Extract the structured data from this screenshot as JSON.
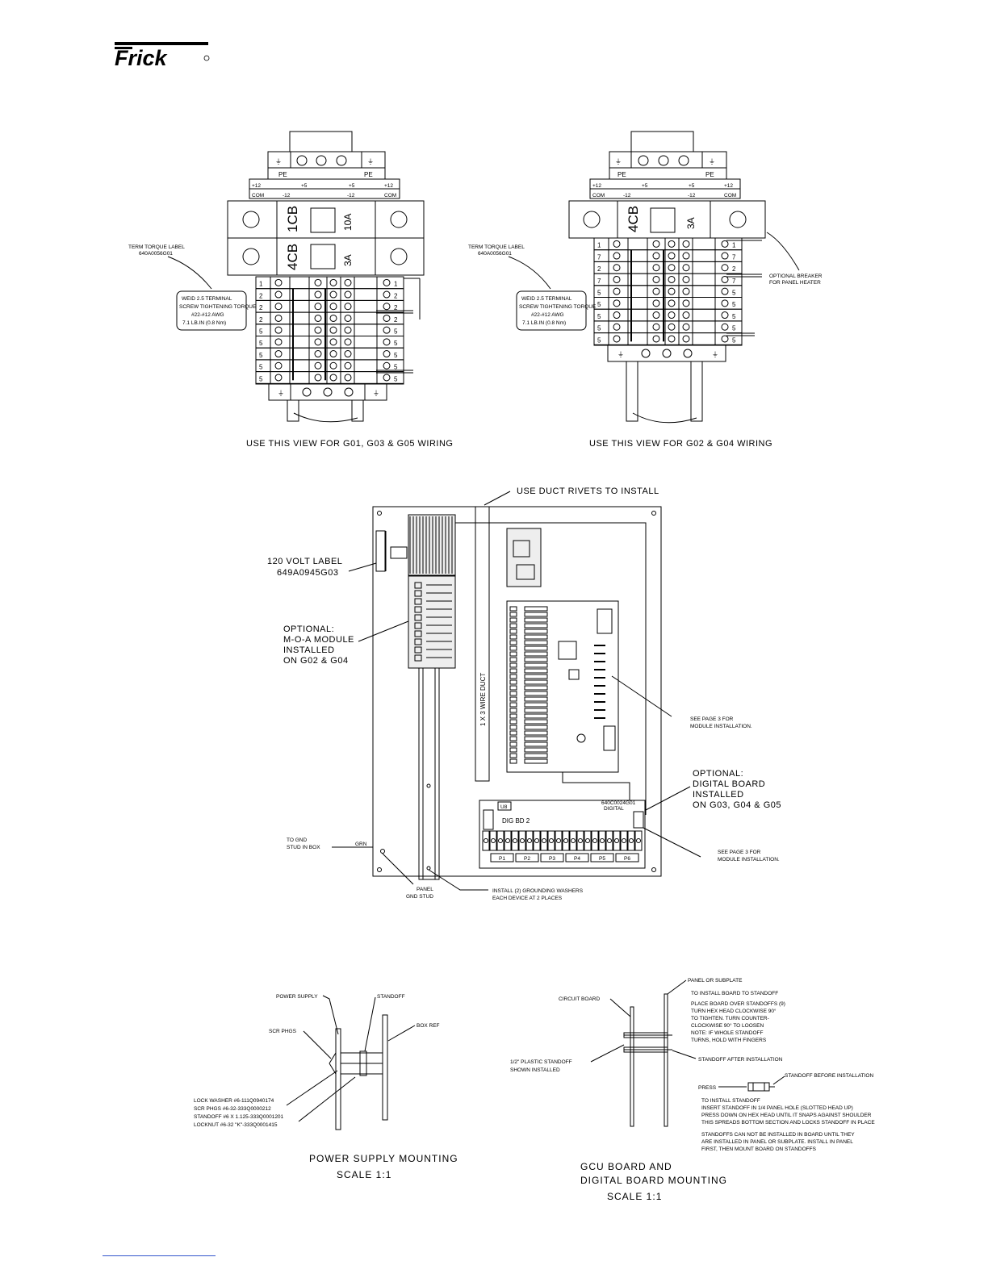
{
  "header": {
    "logo_text": "Frick"
  },
  "top_views": {
    "left": {
      "callout_label": [
        "TERM TORQUE LABEL",
        "640A0056G01"
      ],
      "torque_box": [
        "WEID 2.5 TERMINAL",
        "SCREW TIGHTENING TORQUE",
        "#22-#12 AWG",
        "7.1 LB.IN (0.8 Nm)"
      ],
      "breakers": [
        "1CB",
        "4CB"
      ],
      "breaker_ratings": [
        "10A",
        "3A"
      ],
      "terminal_row_numbers": [
        "1",
        "2",
        "2",
        "2",
        "5",
        "5",
        "5",
        "5",
        "5"
      ],
      "caption": "USE THIS VIEW FOR G01, G03 & G05 WIRING"
    },
    "right": {
      "callout_label": [
        "TERM TORQUE LABEL",
        "640A0056G01"
      ],
      "torque_box": [
        "WEID 2.5 TERMINAL",
        "SCREW TIGHTENING TORQUE",
        "#22-#12 AWG",
        "7.1 LB.IN (0.8 Nm)"
      ],
      "breakers": [
        "4CB"
      ],
      "breaker_ratings": [
        "3A"
      ],
      "terminal_row_numbers": [
        "1",
        "7",
        "2",
        "7",
        "5",
        "5",
        "5",
        "5",
        "5"
      ],
      "optional_breaker": [
        "OPTIONAL BREAKER",
        "FOR PANEL HEATER"
      ],
      "caption": "USE THIS VIEW FOR G02 & G04 WIRING"
    },
    "pe_label": "PE",
    "power_labels": [
      "+12",
      "COM",
      "-12",
      "+5"
    ]
  },
  "panel": {
    "duct_note": "USE DUCT RIVETS TO INSTALL",
    "duct_label": "1 X 3 WIRE DUCT",
    "volt_label": [
      "120 VOLT LABEL",
      "649A0945G03"
    ],
    "moa_note": [
      "OPTIONAL:",
      "M-O-A MODULE",
      "INSTALLED",
      "ON G02 & G04"
    ],
    "see_page_1": [
      "SEE PAGE 3 FOR",
      "MODULE INSTALLATION."
    ],
    "digital_board": [
      "OPTIONAL:",
      "DIGITAL BOARD",
      "INSTALLED",
      "ON G03, G04 & G05"
    ],
    "see_page_2": [
      "SEE PAGE 3 FOR",
      "MODULE INSTALLATION."
    ],
    "gnd_stud_note": [
      "TO GND",
      "STUD IN BOX"
    ],
    "grn_label": "GRN",
    "panel_gnd": [
      "PANEL",
      "GND STUD"
    ],
    "grounding_note": [
      "INSTALL (2) GROUNDING WASHERS",
      "EACH DEVICE AT 2 PLACES"
    ],
    "dig_board_label": "DIG BD 2",
    "u8_label": "U8",
    "digboard_code": [
      "640C0024G01",
      "DIGITAL"
    ],
    "connector_labels": [
      "P1",
      "P2",
      "P3",
      "P4",
      "P5",
      "P6"
    ]
  },
  "power_supply_mounting": {
    "labels": {
      "power_supply": "POWER SUPPLY",
      "standoff": "STANDOFF",
      "box_ref": "BOX REF",
      "scr_phgs": "SCR PHGS"
    },
    "parts": [
      "LOCK WASHER #6-111Q0940174",
      "SCR PHGS #6-32-333Q0000212",
      "STANDOFF #6 X 1.125-333Q0001201",
      "LOCKNUT #6-32 \"K\"-333Q0001415"
    ],
    "title": "POWER SUPPLY MOUNTING",
    "scale": "SCALE 1:1"
  },
  "gcu_mounting": {
    "labels": {
      "panel": "PANEL OR SUBPLATE",
      "circuit_board": "CIRCUIT BOARD",
      "standoff_after": "STANDOFF AFTER INSTALLATION",
      "plastic_standoff": [
        "1/2\" PLASTIC STANDOFF",
        "SHOWN INSTALLED"
      ],
      "press": "PRESS",
      "standoff_before": "STANDOFF BEFORE INSTALLATION"
    },
    "install_board": [
      "TO INSTALL BOARD TO STANDOFF",
      "PLACE BOARD OVER STANDOFFS (9)",
      "TURN HEX HEAD CLOCKWISE 90°",
      "TO TIGHTEN. TURN COUNTER-",
      "CLOCKWISE 90° TO LOOSEN",
      "NOTE: IF WHOLE STANDOFF",
      "TURNS, HOLD WITH FINGERS"
    ],
    "install_standoff": [
      "TO INSTALL STANDOFF",
      "INSERT STANDOFF IN 1/4 PANEL HOLE (SLOTTED HEAD UP)",
      "PRESS DOWN ON HEX HEAD UNTIL IT SNAPS AGAINST SHOULDER",
      "THIS SPREADS BOTTOM SECTION AND LOCKS STANDOFF IN PLACE"
    ],
    "warning": [
      "STANDOFFS CAN NOT BE INSTALLED IN BOARD UNTIL THEY",
      "ARE INSTALLED IN PANEL OR SUBPLATE. INSTALL IN PANEL",
      "FIRST, THEN MOUNT BOARD ON STANDOFFS"
    ],
    "title": [
      "GCU BOARD AND",
      "DIGITAL BOARD MOUNTING"
    ],
    "scale": "SCALE 1:1"
  }
}
